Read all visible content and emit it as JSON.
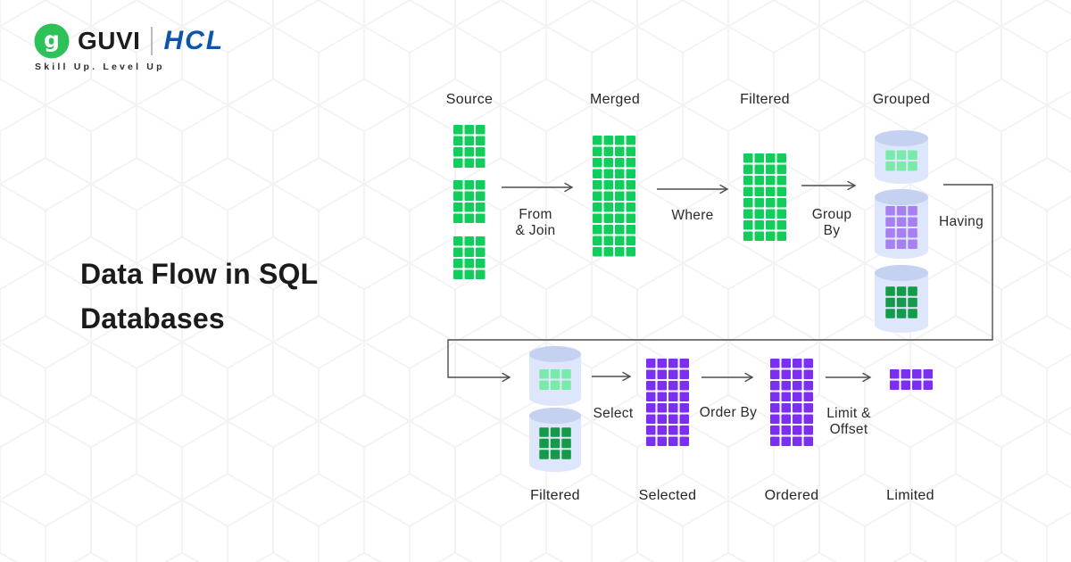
{
  "brand": {
    "guvi": "GUVI",
    "hcl": "HCL",
    "tagline": "Skill Up. Level Up"
  },
  "title": "Data Flow in SQL Databases",
  "title_lines": [
    "Data Flow in SQL",
    "Databases"
  ],
  "colors": {
    "green": "#10CE5B",
    "light_green": "#79EAA9",
    "dark_green": "#149A48",
    "purple": "#A680F2",
    "violet": "#7C2FF3",
    "cylinder_body": "#DEE6FB",
    "cylinder_top": "#C5D1F1",
    "arrow": "#4D4D4D",
    "label_text": "#262626",
    "title_text": "#1B1B1B",
    "logo_green": "#2CC258",
    "hcl_blue": "#0B55AD"
  },
  "diagram": {
    "stages": [
      {
        "id": "source",
        "label": "Source",
        "blocks": [
          {
            "type": "grid",
            "cols": 3,
            "rows": 4,
            "color": "green"
          },
          {
            "type": "grid",
            "cols": 3,
            "rows": 4,
            "color": "green"
          },
          {
            "type": "grid",
            "cols": 3,
            "rows": 4,
            "color": "green"
          }
        ]
      },
      {
        "id": "merged",
        "label": "Merged",
        "blocks": [
          {
            "type": "grid",
            "cols": 4,
            "rows": 11,
            "color": "green"
          }
        ]
      },
      {
        "id": "filtered_top",
        "label": "Filtered",
        "blocks": [
          {
            "type": "grid",
            "cols": 4,
            "rows": 8,
            "color": "green"
          }
        ]
      },
      {
        "id": "grouped",
        "label": "Grouped",
        "blocks": [
          {
            "type": "cylinder",
            "cols": 3,
            "rows": 2,
            "color": "light_green"
          },
          {
            "type": "cylinder",
            "cols": 3,
            "rows": 4,
            "color": "purple"
          },
          {
            "type": "cylinder",
            "cols": 3,
            "rows": 3,
            "color": "dark_green"
          }
        ]
      },
      {
        "id": "filtered_bottom",
        "label": "Filtered",
        "blocks": [
          {
            "type": "cylinder",
            "cols": 3,
            "rows": 2,
            "color": "light_green"
          },
          {
            "type": "cylinder",
            "cols": 3,
            "rows": 3,
            "color": "dark_green"
          }
        ]
      },
      {
        "id": "selected",
        "label": "Selected",
        "blocks": [
          {
            "type": "grid",
            "cols": 4,
            "rows": 8,
            "color": "violet"
          }
        ]
      },
      {
        "id": "ordered",
        "label": "Ordered",
        "blocks": [
          {
            "type": "grid",
            "cols": 4,
            "rows": 8,
            "color": "violet"
          }
        ]
      },
      {
        "id": "limited",
        "label": "Limited",
        "blocks": [
          {
            "type": "grid",
            "cols": 4,
            "rows": 2,
            "color": "violet"
          }
        ]
      }
    ],
    "edges": [
      {
        "id": "from_join",
        "label": "From & Join",
        "label_lines": [
          "From",
          "& Join"
        ]
      },
      {
        "id": "where",
        "label": "Where",
        "label_lines": [
          "Where"
        ]
      },
      {
        "id": "group_by",
        "label": "Group By",
        "label_lines": [
          "Group",
          "By"
        ]
      },
      {
        "id": "having",
        "label": "Having",
        "label_lines": [
          "Having"
        ]
      },
      {
        "id": "select",
        "label": "Select",
        "label_lines": [
          "Select"
        ]
      },
      {
        "id": "order_by",
        "label": "Order By",
        "label_lines": [
          "Order By"
        ]
      },
      {
        "id": "limit_offset",
        "label": "Limit & Offset",
        "label_lines": [
          "Limit &",
          "Offset"
        ]
      }
    ]
  }
}
